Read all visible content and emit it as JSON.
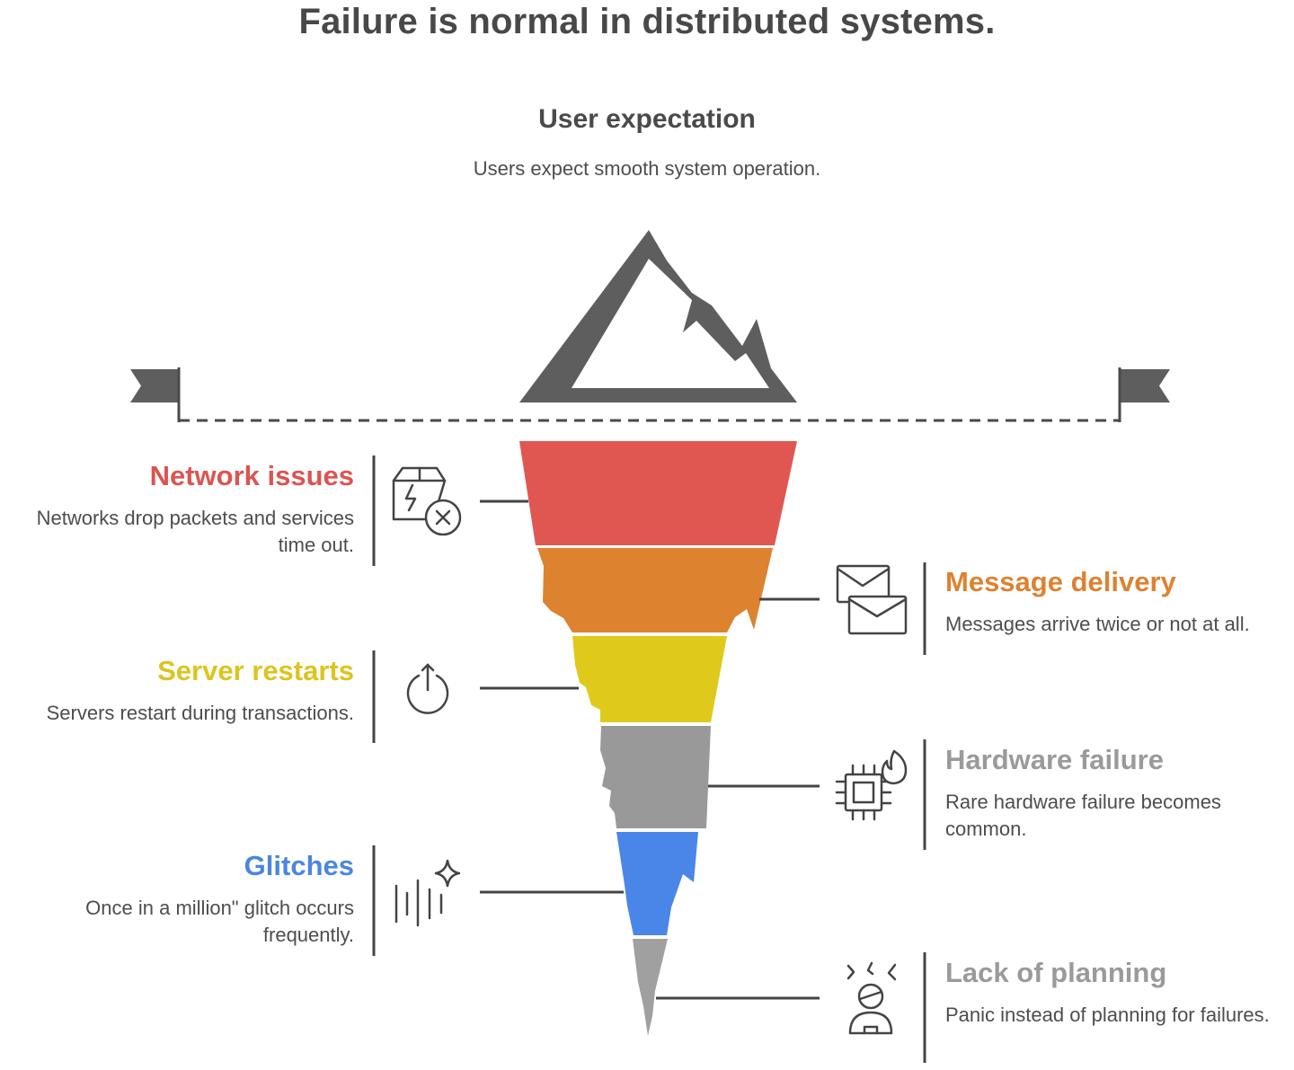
{
  "title": "Failure is normal in distributed systems.",
  "top": {
    "heading": "User expectation",
    "description": "Users expect smooth system operation."
  },
  "colors": {
    "network": "#e05752",
    "message": "#dd822f",
    "server": "#dfca1c",
    "hardware": "#999999",
    "glitches": "#4a86e8",
    "planning": "#a0a0a0",
    "mountain": "#5e5e5e"
  },
  "layers": [
    {
      "id": "network",
      "heading": "Network issues",
      "description": "Networks drop packets and services time out.",
      "icon": "broken-package-x-icon"
    },
    {
      "id": "message",
      "heading": "Message delivery",
      "description": "Messages arrive twice or not at all.",
      "icon": "envelopes-icon"
    },
    {
      "id": "server",
      "heading": "Server restarts",
      "description": "Servers restart during transactions.",
      "icon": "power-icon"
    },
    {
      "id": "hardware",
      "heading": "Hardware failure",
      "description": "Rare hardware failure becomes common.",
      "icon": "chip-flame-icon"
    },
    {
      "id": "glitches",
      "heading": "Glitches",
      "description": "Once in a million\" glitch occurs frequently.",
      "icon": "sparkle-bars-icon"
    },
    {
      "id": "planning",
      "heading": "Lack of planning",
      "description": "Panic instead of planning for failures.",
      "icon": "panicked-person-icon"
    }
  ]
}
